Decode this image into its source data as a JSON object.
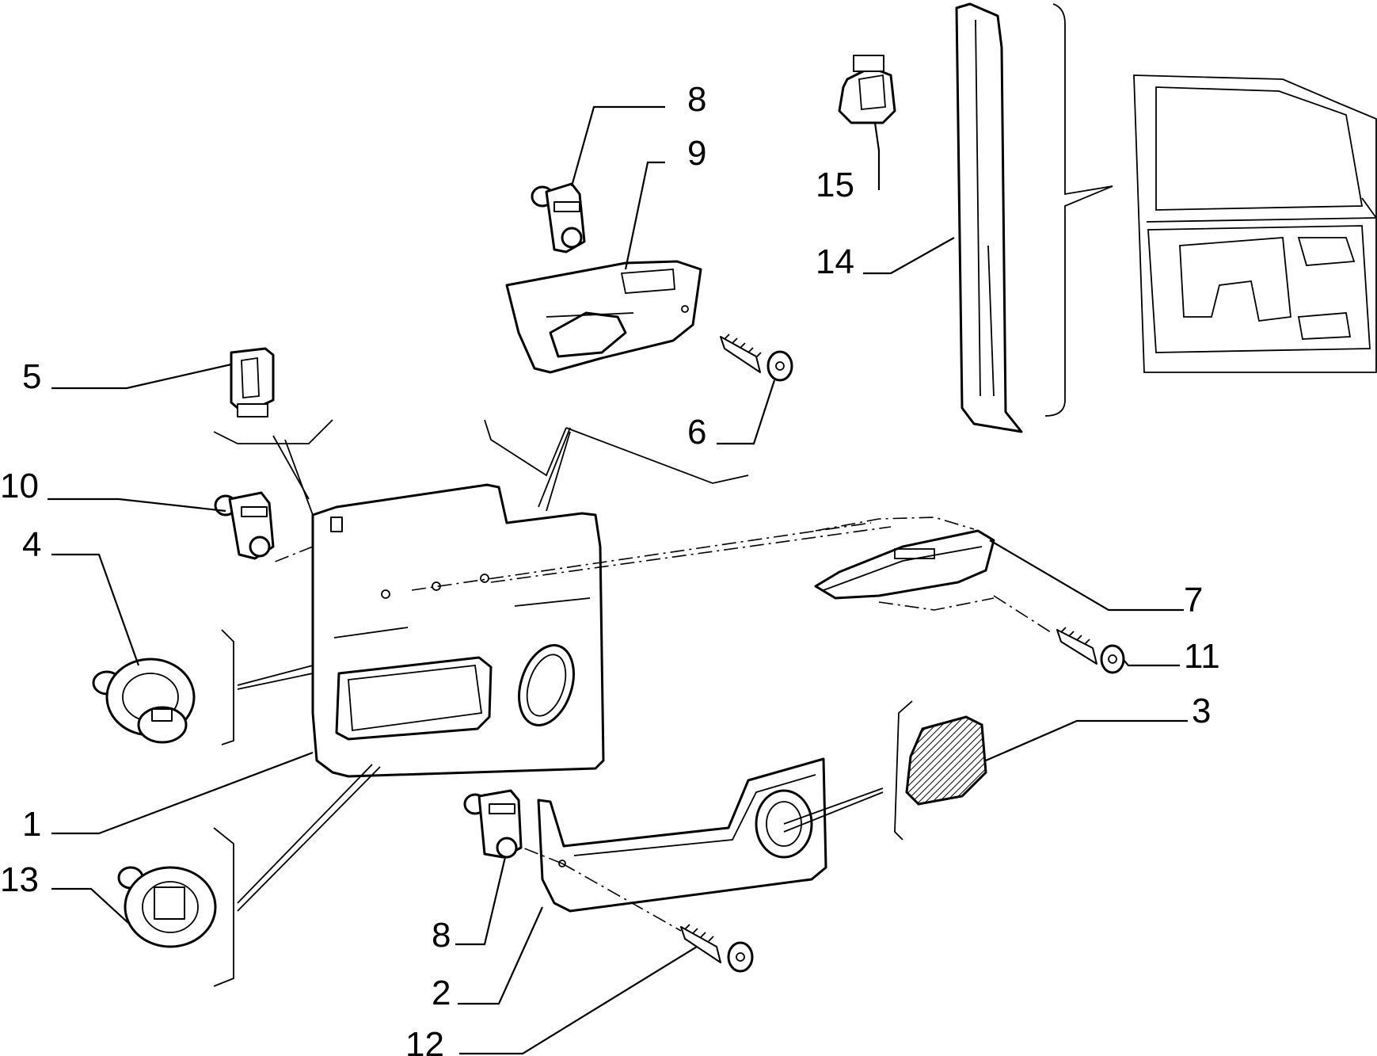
{
  "callouts": [
    {
      "id": "1",
      "text": "1"
    },
    {
      "id": "2",
      "text": "2"
    },
    {
      "id": "3",
      "text": "3"
    },
    {
      "id": "4",
      "text": "4"
    },
    {
      "id": "5",
      "text": "5"
    },
    {
      "id": "6",
      "text": "6"
    },
    {
      "id": "7",
      "text": "7"
    },
    {
      "id": "8a",
      "text": "8"
    },
    {
      "id": "8b",
      "text": "8"
    },
    {
      "id": "9",
      "text": "9"
    },
    {
      "id": "10",
      "text": "10"
    },
    {
      "id": "11",
      "text": "11"
    },
    {
      "id": "12",
      "text": "12"
    },
    {
      "id": "13",
      "text": "13"
    },
    {
      "id": "14",
      "text": "14"
    },
    {
      "id": "15",
      "text": "15"
    }
  ]
}
